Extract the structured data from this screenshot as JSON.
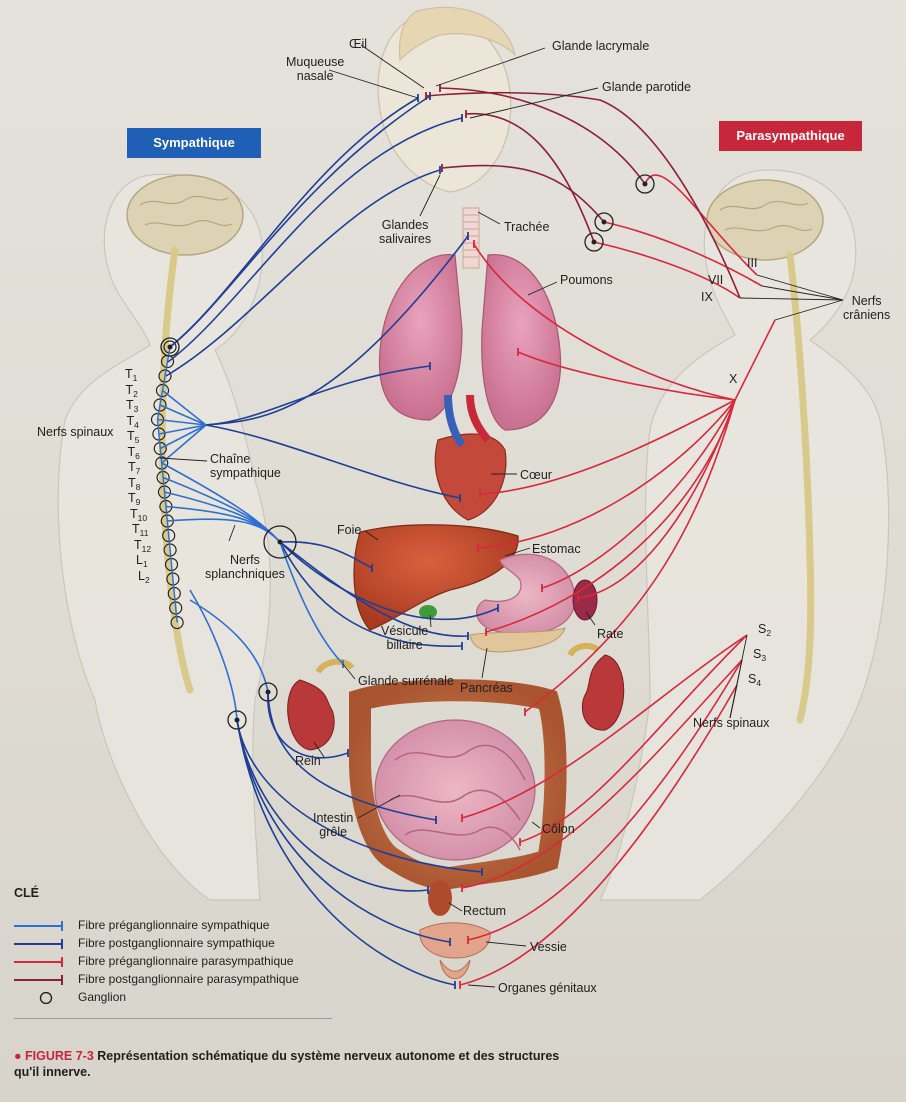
{
  "headers": {
    "sympathetic": "Sympathique",
    "parasympathetic": "Parasympathique"
  },
  "labels": {
    "oeil": "Œil",
    "muqueuse": "Muqueuse\nnasale",
    "glande_lacrymale": "Glande lacrymale",
    "glande_parotide": "Glande parotide",
    "glandes_salivaires": "Glandes\nsalivaires",
    "trachee": "Trachée",
    "poumons": "Poumons",
    "coeur": "Cœur",
    "foie": "Foie",
    "estomac": "Estomac",
    "rate": "Rate",
    "vesicule": "Vésicule\nbiliaire",
    "pancreas": "Pancréas",
    "glande_surrenale": "Glande surrénale",
    "rein": "Rein",
    "intestin": "Intestin\ngrêle",
    "colon": "Côlon",
    "rectum": "Rectum",
    "vessie": "Vessie",
    "organes_genitaux": "Organes génitaux",
    "nerfs_spinaux_left": "Nerfs spinaux",
    "chaine": "Chaîne\nsympathique",
    "splanchniques": "Nerfs\nsplanchniques",
    "nerfs_craniens": "Nerfs\ncrâniens",
    "nerfs_spinaux_right": "Nerfs spinaux",
    "cranial_iii": "III",
    "cranial_vii": "VII",
    "cranial_ix": "IX",
    "cranial_x": "X"
  },
  "vertebrae": [
    {
      "l": "T",
      "n": "1"
    },
    {
      "l": "T",
      "n": "2"
    },
    {
      "l": "T",
      "n": "3"
    },
    {
      "l": "T",
      "n": "4"
    },
    {
      "l": "T",
      "n": "5"
    },
    {
      "l": "T",
      "n": "6"
    },
    {
      "l": "T",
      "n": "7"
    },
    {
      "l": "T",
      "n": "8"
    },
    {
      "l": "T",
      "n": "9"
    },
    {
      "l": "T",
      "n": "10"
    },
    {
      "l": "T",
      "n": "11"
    },
    {
      "l": "T",
      "n": "12"
    },
    {
      "l": "L",
      "n": "1"
    },
    {
      "l": "L",
      "n": "2"
    }
  ],
  "sacral": [
    {
      "l": "S",
      "n": "2"
    },
    {
      "l": "S",
      "n": "3"
    },
    {
      "l": "S",
      "n": "4"
    }
  ],
  "key": {
    "title": "CLÉ",
    "items": [
      {
        "label": "Fibre préganglionnaire sympathique",
        "color": "#2f6fd0"
      },
      {
        "label": "Fibre postganglionnaire sympathique",
        "color": "#1f3f96"
      },
      {
        "label": "Fibre préganglionnaire parasympathique",
        "color": "#d8283c"
      },
      {
        "label": "Fibre postganglionnaire parasympathique",
        "color": "#8e1f3a"
      },
      {
        "label": "Ganglion",
        "color": "#222222"
      }
    ]
  },
  "caption": {
    "figure": "● FIGURE 7-3",
    "text": " Représentation schématique du système nerveux autonome et des structures qu'il innerve."
  },
  "colors": {
    "symp_pre": "#2f6fd0",
    "symp_post": "#1f3f96",
    "para_pre": "#d8283c",
    "para_post": "#8e1f3a"
  }
}
